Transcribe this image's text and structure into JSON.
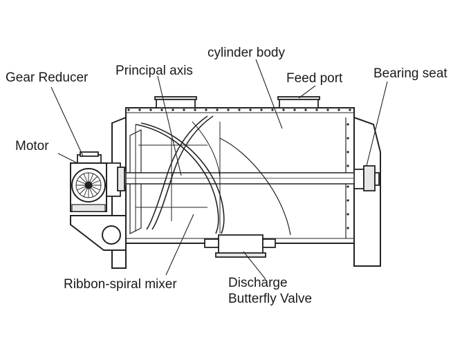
{
  "labels": {
    "gear_reducer": "Gear Reducer",
    "principal_axis": "Principal axis",
    "cylinder_body": "cylinder body",
    "feed_port": "Feed port",
    "bearing_seat": "Bearing seat",
    "motor": "Motor",
    "ribbon_mixer": "Ribbon-spiral mixer",
    "discharge_line1": "Discharge",
    "discharge_line2": "Butterfly Valve"
  },
  "colors": {
    "line": "#222222",
    "fill_light": "#e6e6e6",
    "fill_mid": "#bdbdbd",
    "background": "#ffffff"
  }
}
